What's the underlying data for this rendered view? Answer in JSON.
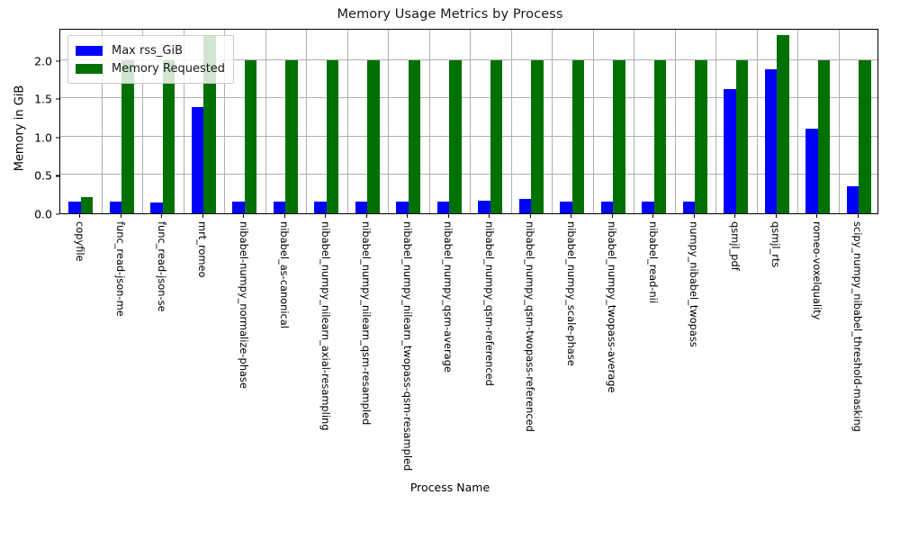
{
  "chart_data": {
    "type": "bar",
    "title": "Memory Usage Metrics by Process",
    "xlabel": "Process Name",
    "ylabel": "Memory in GiB",
    "ylim": [
      0.0,
      2.42
    ],
    "yticks": [
      "0.0",
      "0.5",
      "1.0",
      "1.5",
      "2.0"
    ],
    "ytick_values": [
      0.0,
      0.5,
      1.0,
      1.5,
      2.0
    ],
    "grid": true,
    "legend_position": "upper left",
    "categories": [
      "copyfile",
      "func_read-json-me",
      "func_read-json-se",
      "mrt_romeo",
      "nibabel-numpy_normalize-phase",
      "nibabel_as-canonical",
      "nibabel_numpy_nilearn_axial-resampling",
      "nibabel_numpy_nilearn_qsm-resampled",
      "nibabel_numpy_nilearn_twopass-qsm-resampled",
      "nibabel_numpy_qsm-average",
      "nibabel_numpy_qsm-referenced",
      "nibabel_numpy_qsm-twopass-referenced",
      "nibabel_numpy_scale-phase",
      "nibabel_numpy_twopass-average",
      "nibabel_read-nii",
      "numpy_nibabel_twopass",
      "qsmjl_pdf",
      "qsmjl_rts",
      "romeo-voxelquality",
      "scipy_numpy_nibabel_threshold-masking"
    ],
    "series": [
      {
        "name": "Max rss_GiB",
        "color": "#0000ff",
        "values": [
          0.155,
          0.15,
          0.14,
          1.385,
          0.15,
          0.148,
          0.152,
          0.152,
          0.15,
          0.15,
          0.165,
          0.185,
          0.152,
          0.152,
          0.15,
          0.15,
          1.62,
          1.88,
          1.1,
          0.35
        ]
      },
      {
        "name": "Memory Requested",
        "color": "#007000",
        "values": [
          0.21,
          2.0,
          2.0,
          2.33,
          2.0,
          2.0,
          2.0,
          2.0,
          2.0,
          2.0,
          2.0,
          2.0,
          2.0,
          2.0,
          2.0,
          2.0,
          2.0,
          2.33,
          2.0,
          2.0
        ]
      }
    ]
  },
  "legend": {
    "entries": [
      {
        "label": "Max rss_GiB",
        "swatch": "rss"
      },
      {
        "label": "Memory Requested",
        "swatch": "req"
      }
    ]
  }
}
